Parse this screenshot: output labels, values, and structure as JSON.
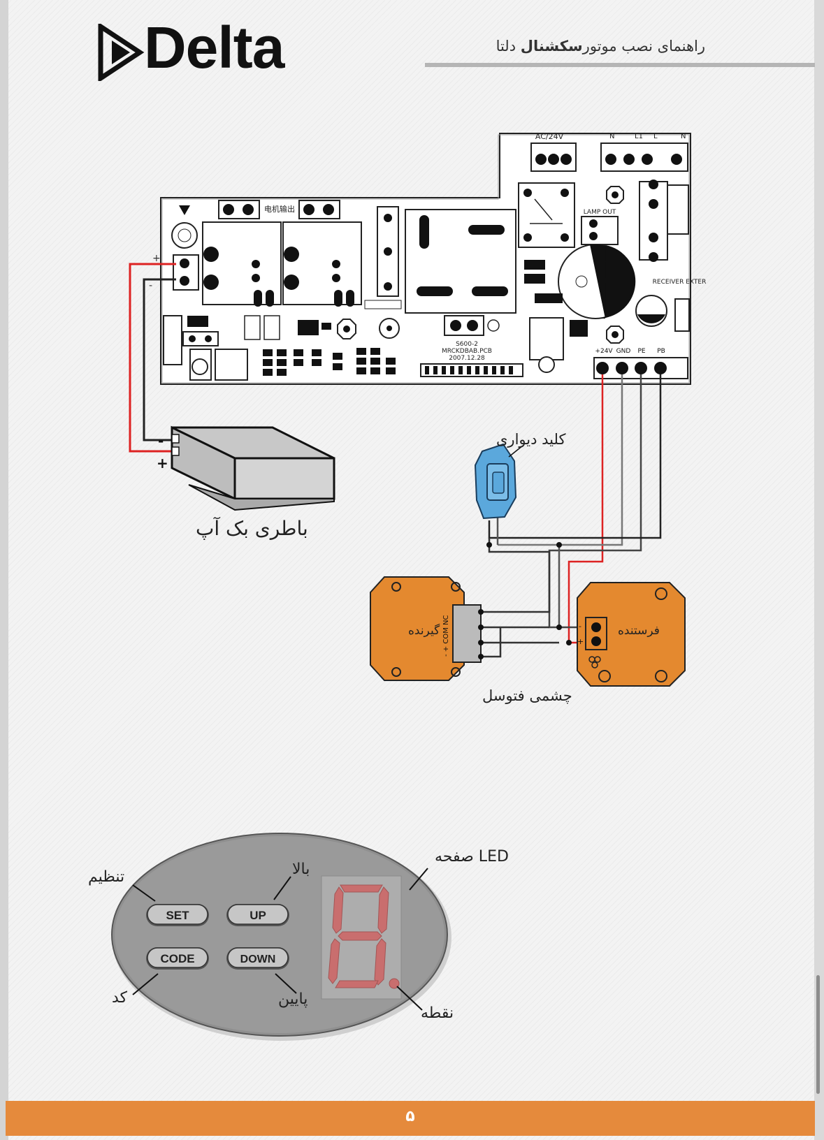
{
  "header": {
    "logo_text": "Delta",
    "title_prefix": "راهنمای نصب موتور",
    "title_bold": "سکشنال",
    "title_suffix": "دلتا"
  },
  "wiring": {
    "battery_label": "باطری بک آپ",
    "wall_switch_label": "کلید دیواری",
    "receiver_label": "گیرنده",
    "transmitter_label": "فرستنده",
    "photocell_label": "چشمی فتوسل",
    "terminals": [
      "+24V",
      "GND",
      "PE",
      "PB"
    ],
    "board_text": [
      "AC/24V",
      "N",
      "L1",
      "L",
      "N",
      "LAMP OUT",
      "RECEIVER EXTER",
      "电机输出",
      "S600-2",
      "MRCKDBAB.PCB",
      "2007.12.28"
    ],
    "receiver_pins": "- + COM NC",
    "minus": "-",
    "plus": "+",
    "plus_sign": "+",
    "minus_sign": "-"
  },
  "panel": {
    "led_label": "صفحه LED",
    "set_label": "SET",
    "up_label": "UP",
    "code_label": "CODE",
    "down_label": "DOWN",
    "callout_set": "تنظیم",
    "callout_up": "بالا",
    "callout_code": "کد",
    "callout_down": "پایین",
    "callout_dot": "نقطه"
  },
  "footer": {
    "page_number": "۵"
  },
  "colors": {
    "accent": "#e58a3c",
    "photocell": "#e4892f",
    "switch": "#5ba8dc",
    "segment": "#c96e6e"
  }
}
